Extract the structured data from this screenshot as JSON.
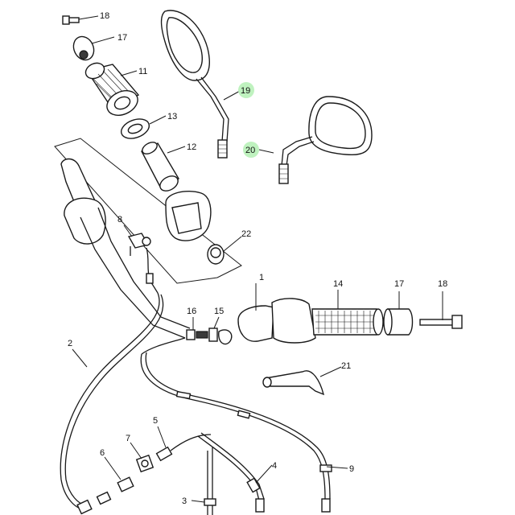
{
  "diagram": {
    "highlight_color": "#bff2bf",
    "callouts": [
      {
        "id": "c18a",
        "text": "18"
      },
      {
        "id": "c17a",
        "text": "17"
      },
      {
        "id": "c11",
        "text": "11"
      },
      {
        "id": "c13",
        "text": "13"
      },
      {
        "id": "c12",
        "text": "12"
      },
      {
        "id": "c19",
        "text": "19",
        "highlighted": true
      },
      {
        "id": "c20",
        "text": "20",
        "highlighted": true
      },
      {
        "id": "c22",
        "text": "22"
      },
      {
        "id": "c8",
        "text": "8"
      },
      {
        "id": "c1",
        "text": "1"
      },
      {
        "id": "c14",
        "text": "14"
      },
      {
        "id": "c17b",
        "text": "17"
      },
      {
        "id": "c18b",
        "text": "18"
      },
      {
        "id": "c16",
        "text": "16"
      },
      {
        "id": "c15",
        "text": "15"
      },
      {
        "id": "c2",
        "text": "2"
      },
      {
        "id": "c21",
        "text": "21"
      },
      {
        "id": "c5",
        "text": "5"
      },
      {
        "id": "c7",
        "text": "7"
      },
      {
        "id": "c6",
        "text": "6"
      },
      {
        "id": "c4",
        "text": "4"
      },
      {
        "id": "c9",
        "text": "9"
      },
      {
        "id": "c3",
        "text": "3"
      }
    ]
  }
}
